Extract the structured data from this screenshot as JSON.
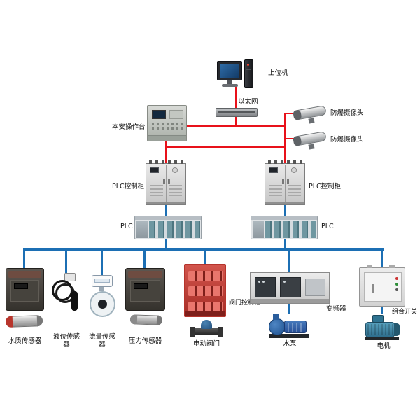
{
  "diagram": {
    "kind": "industrial-control-system-topology",
    "line_colors": {
      "ethernet_network": "#e8111a",
      "field_bus": "#1c6fb4"
    }
  },
  "labels": {
    "host": "上位机",
    "ethernet": "以太网",
    "console": "本安操作台",
    "camera_top": "防爆摄像头",
    "camera_bottom": "防爆摄像头",
    "plc_cabinet_left": "PLC控制柜",
    "plc_cabinet_right": "PLC控制柜",
    "plc_rack_left": "PLC",
    "plc_rack_right": "PLC",
    "valve_cabinet": "阀门控制柜",
    "vfd": "变频器",
    "combo_switch": "组合开关",
    "water_quality_sensor": "水质传感器",
    "level_sensor": "液位传感器",
    "flow_sensor": "流量传感器",
    "pressure_sensor": "压力传感器",
    "electric_valve": "电动阀门",
    "water_pump": "水泵",
    "motor": "电机"
  }
}
